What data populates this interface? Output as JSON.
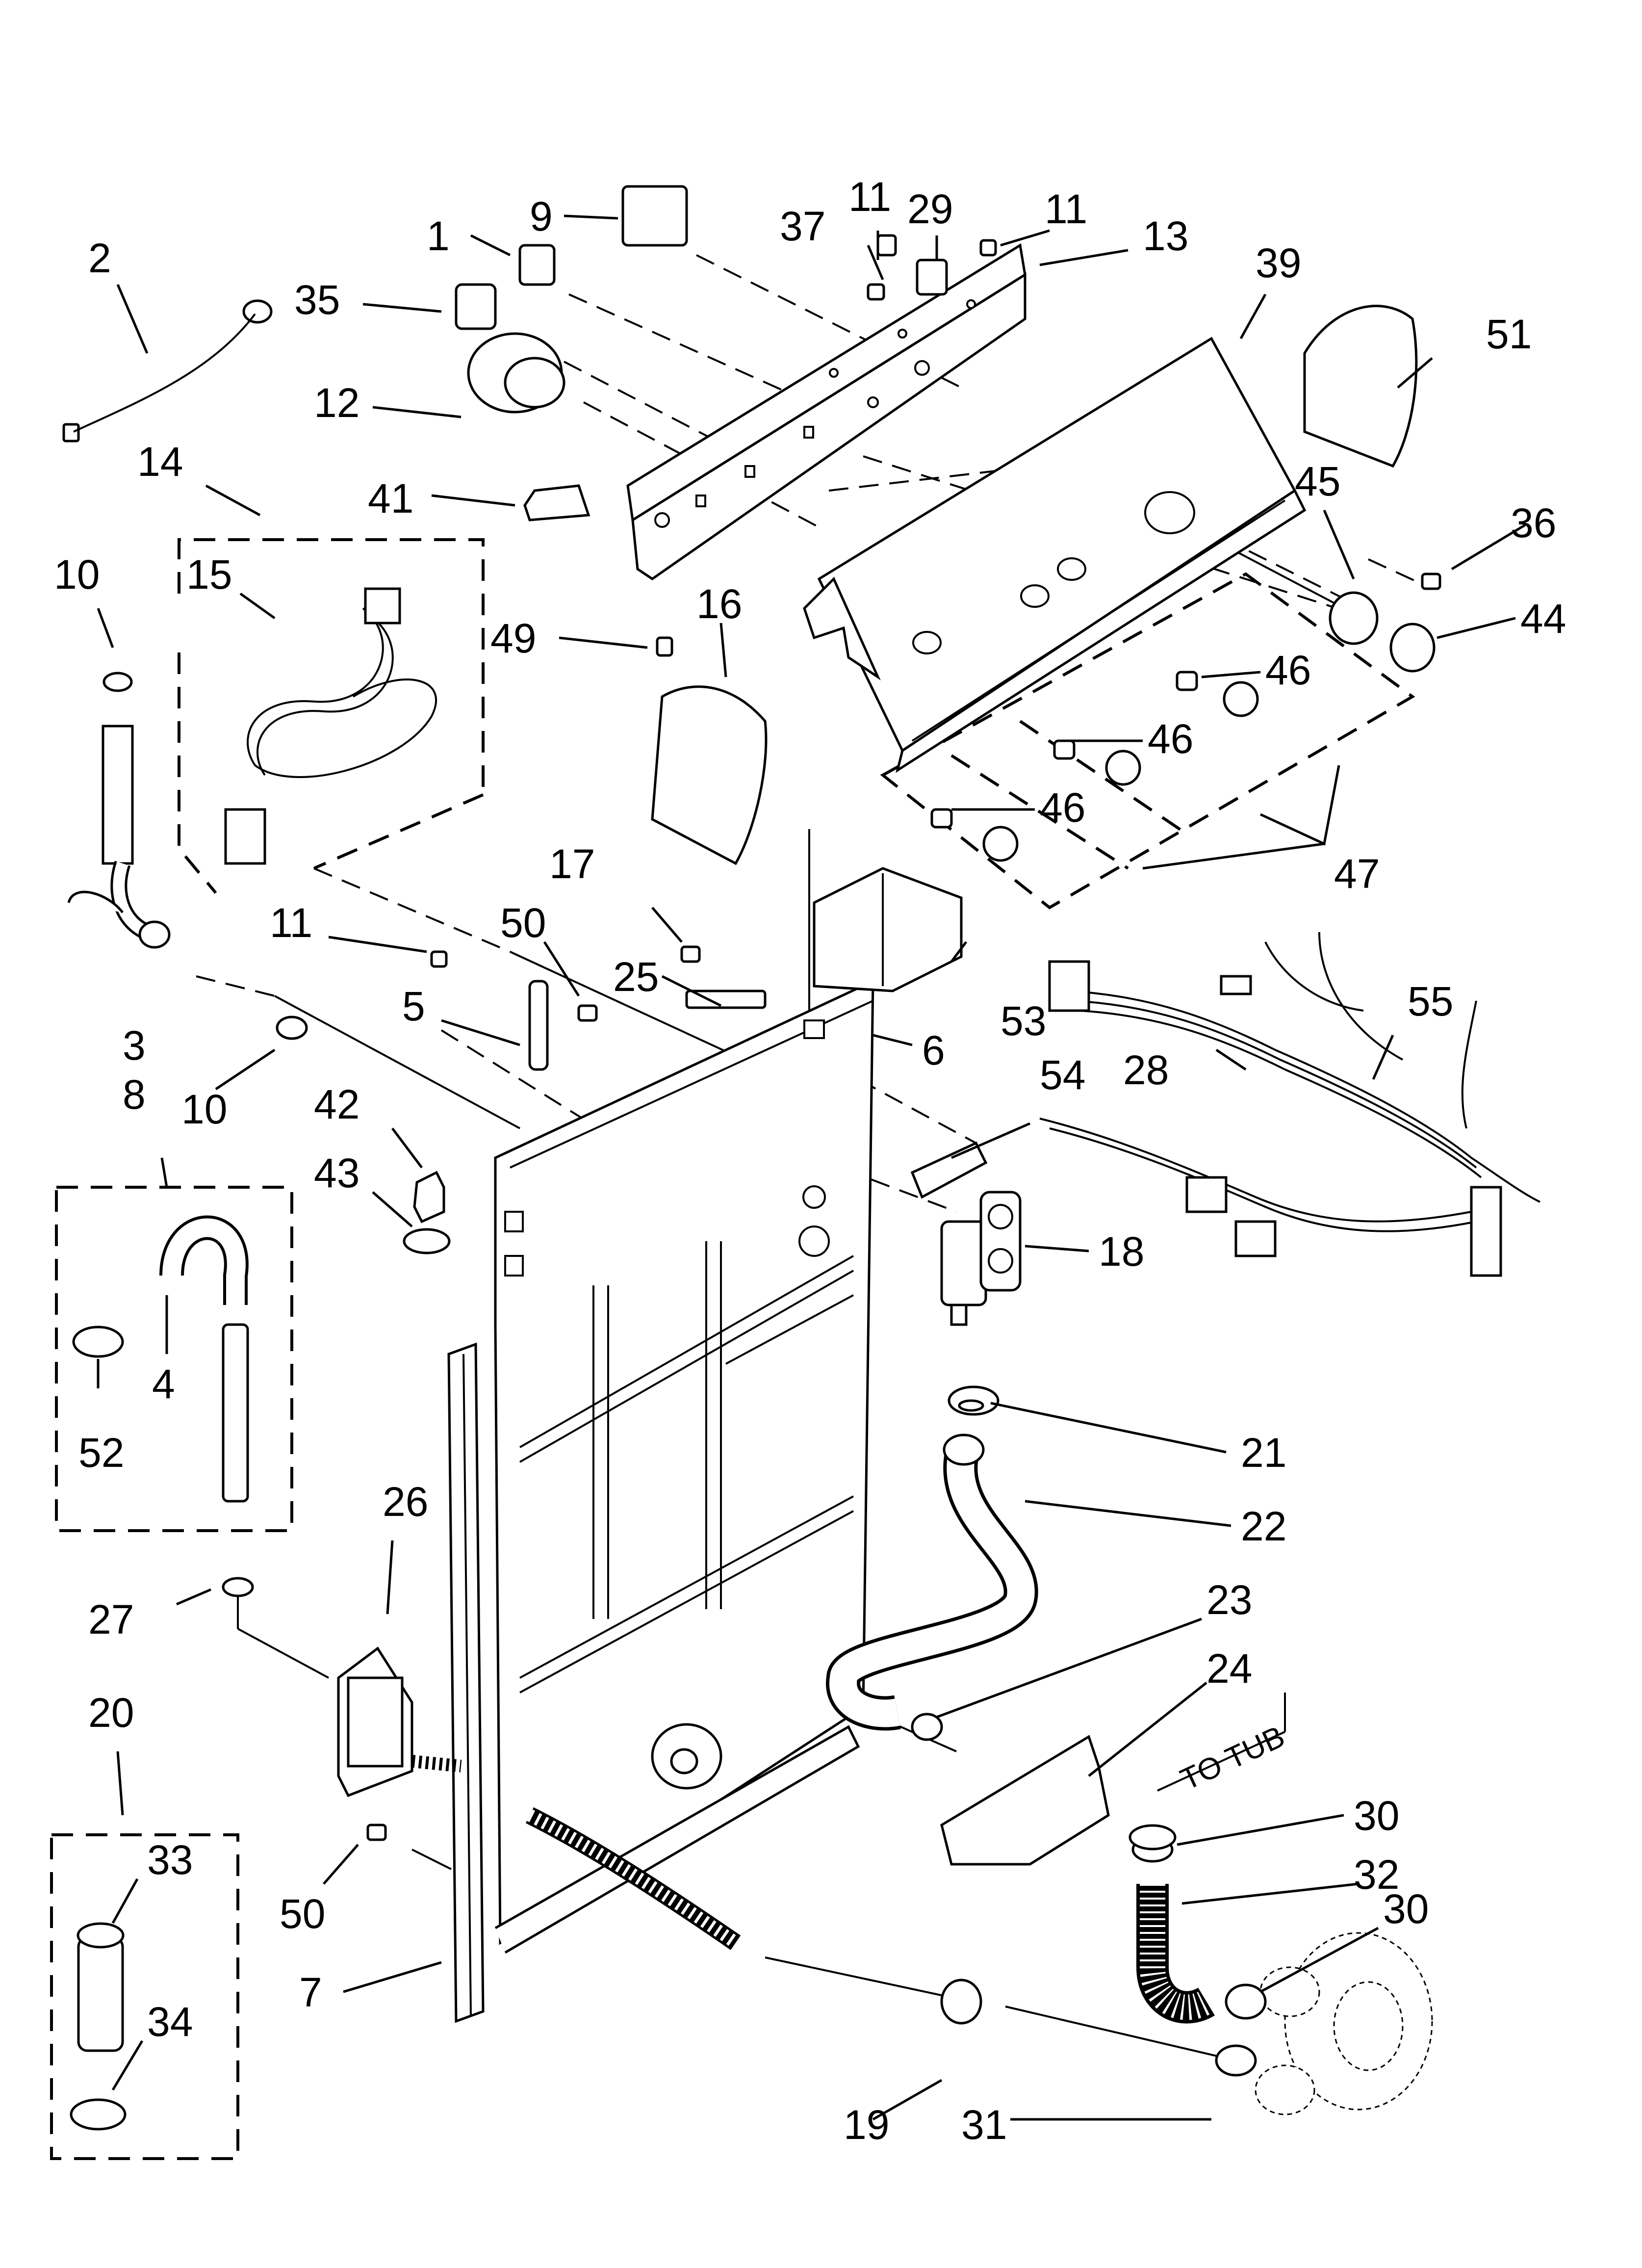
{
  "callouts": {
    "c1": "1",
    "c2": "2",
    "c3": "3",
    "c4": "4",
    "c5": "5",
    "c6": "6",
    "c7": "7",
    "c8": "8",
    "c9": "9",
    "c10a": "10",
    "c10b": "10",
    "c11a": "11",
    "c11b": "11",
    "c11c": "11",
    "c12": "12",
    "c13": "13",
    "c14": "14",
    "c15": "15",
    "c16": "16",
    "c17": "17",
    "c18": "18",
    "c19": "19",
    "c20": "20",
    "c21": "21",
    "c22": "22",
    "c23": "23",
    "c24": "24",
    "c25": "25",
    "c26": "26",
    "c27": "27",
    "c28": "28",
    "c29": "29",
    "c30a": "30",
    "c30b": "30",
    "c31": "31",
    "c32": "32",
    "c33": "33",
    "c34": "34",
    "c35": "35",
    "c36": "36",
    "c37": "37",
    "c39": "39",
    "c41": "41",
    "c42": "42",
    "c43": "43",
    "c44": "44",
    "c45": "45",
    "c46a": "46",
    "c46b": "46",
    "c46c": "46",
    "c47": "47",
    "c49": "49",
    "c50a": "50",
    "c50b": "50",
    "c51": "51",
    "c52": "52",
    "c53": "53",
    "c54": "54",
    "c55": "55"
  },
  "annotations": {
    "to_tub": "TO TUB"
  }
}
